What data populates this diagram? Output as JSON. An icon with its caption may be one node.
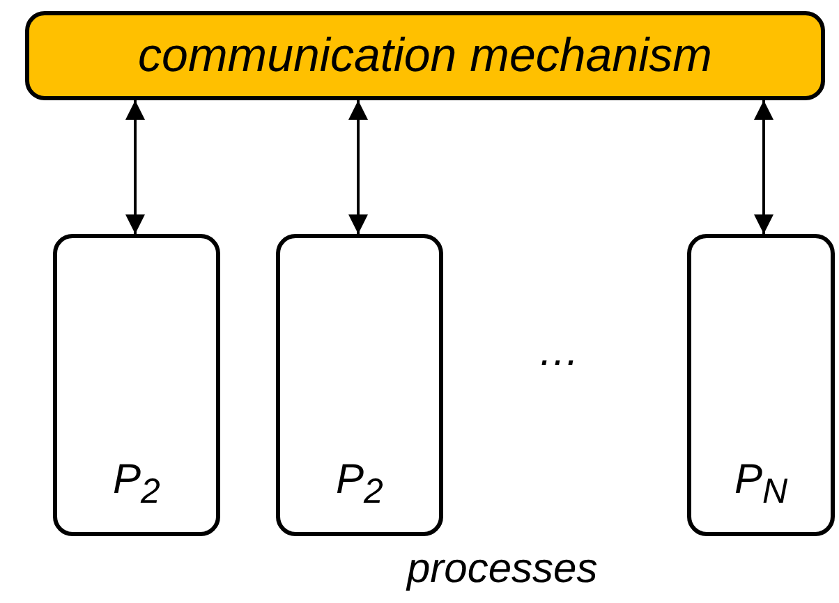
{
  "diagram": {
    "nodes": [
      {
        "text": [
          "communication mechanism"
        ]
      },
      {
        "text": [
          "P$_{2}$"
        ]
      },
      {
        "text": [
          "P$_{2}$"
        ]
      },
      {
        "text": [
          "P$_{N}$"
        ]
      }
    ],
    "edges": [
      {
        "from": 0,
        "to": 1,
        "arrow": "both"
      },
      {
        "from": 0,
        "to": 2,
        "arrow": "both"
      },
      {
        "from": 0,
        "to": 3,
        "arrow": "both"
      }
    ],
    "labels": [
      "…",
      "processes"
    ]
  }
}
